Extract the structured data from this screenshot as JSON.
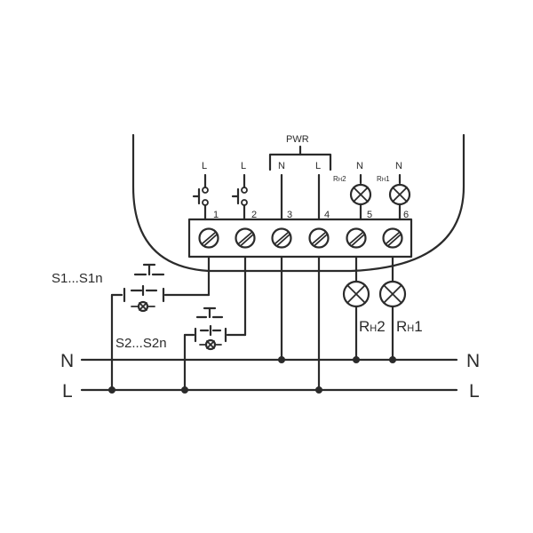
{
  "bus": {
    "n_left": "N",
    "n_right": "N",
    "l_left": "L",
    "l_right": "L"
  },
  "pwr": {
    "label": "PWR",
    "n": "N",
    "l": "L"
  },
  "inputs": {
    "in1": "L",
    "in2": "L"
  },
  "terminals": [
    "1",
    "2",
    "3",
    "4",
    "5",
    "6"
  ],
  "top_lamps": {
    "rh2_n": "N",
    "rh1_n": "N",
    "rh2_label_main": "R",
    "rh2_label_sub": "H",
    "rh2_label_num": "2",
    "rh1_label_main": "R",
    "rh1_label_sub": "H",
    "rh1_label_num": "1"
  },
  "bottom_lamps": {
    "rh2_main": "R",
    "rh2_sub": "H",
    "rh2_num": "2",
    "rh1_main": "R",
    "rh1_sub": "H",
    "rh1_num": "1"
  },
  "switch_groups": {
    "s1": "S1...S1n",
    "s2": "S2...S2n"
  }
}
